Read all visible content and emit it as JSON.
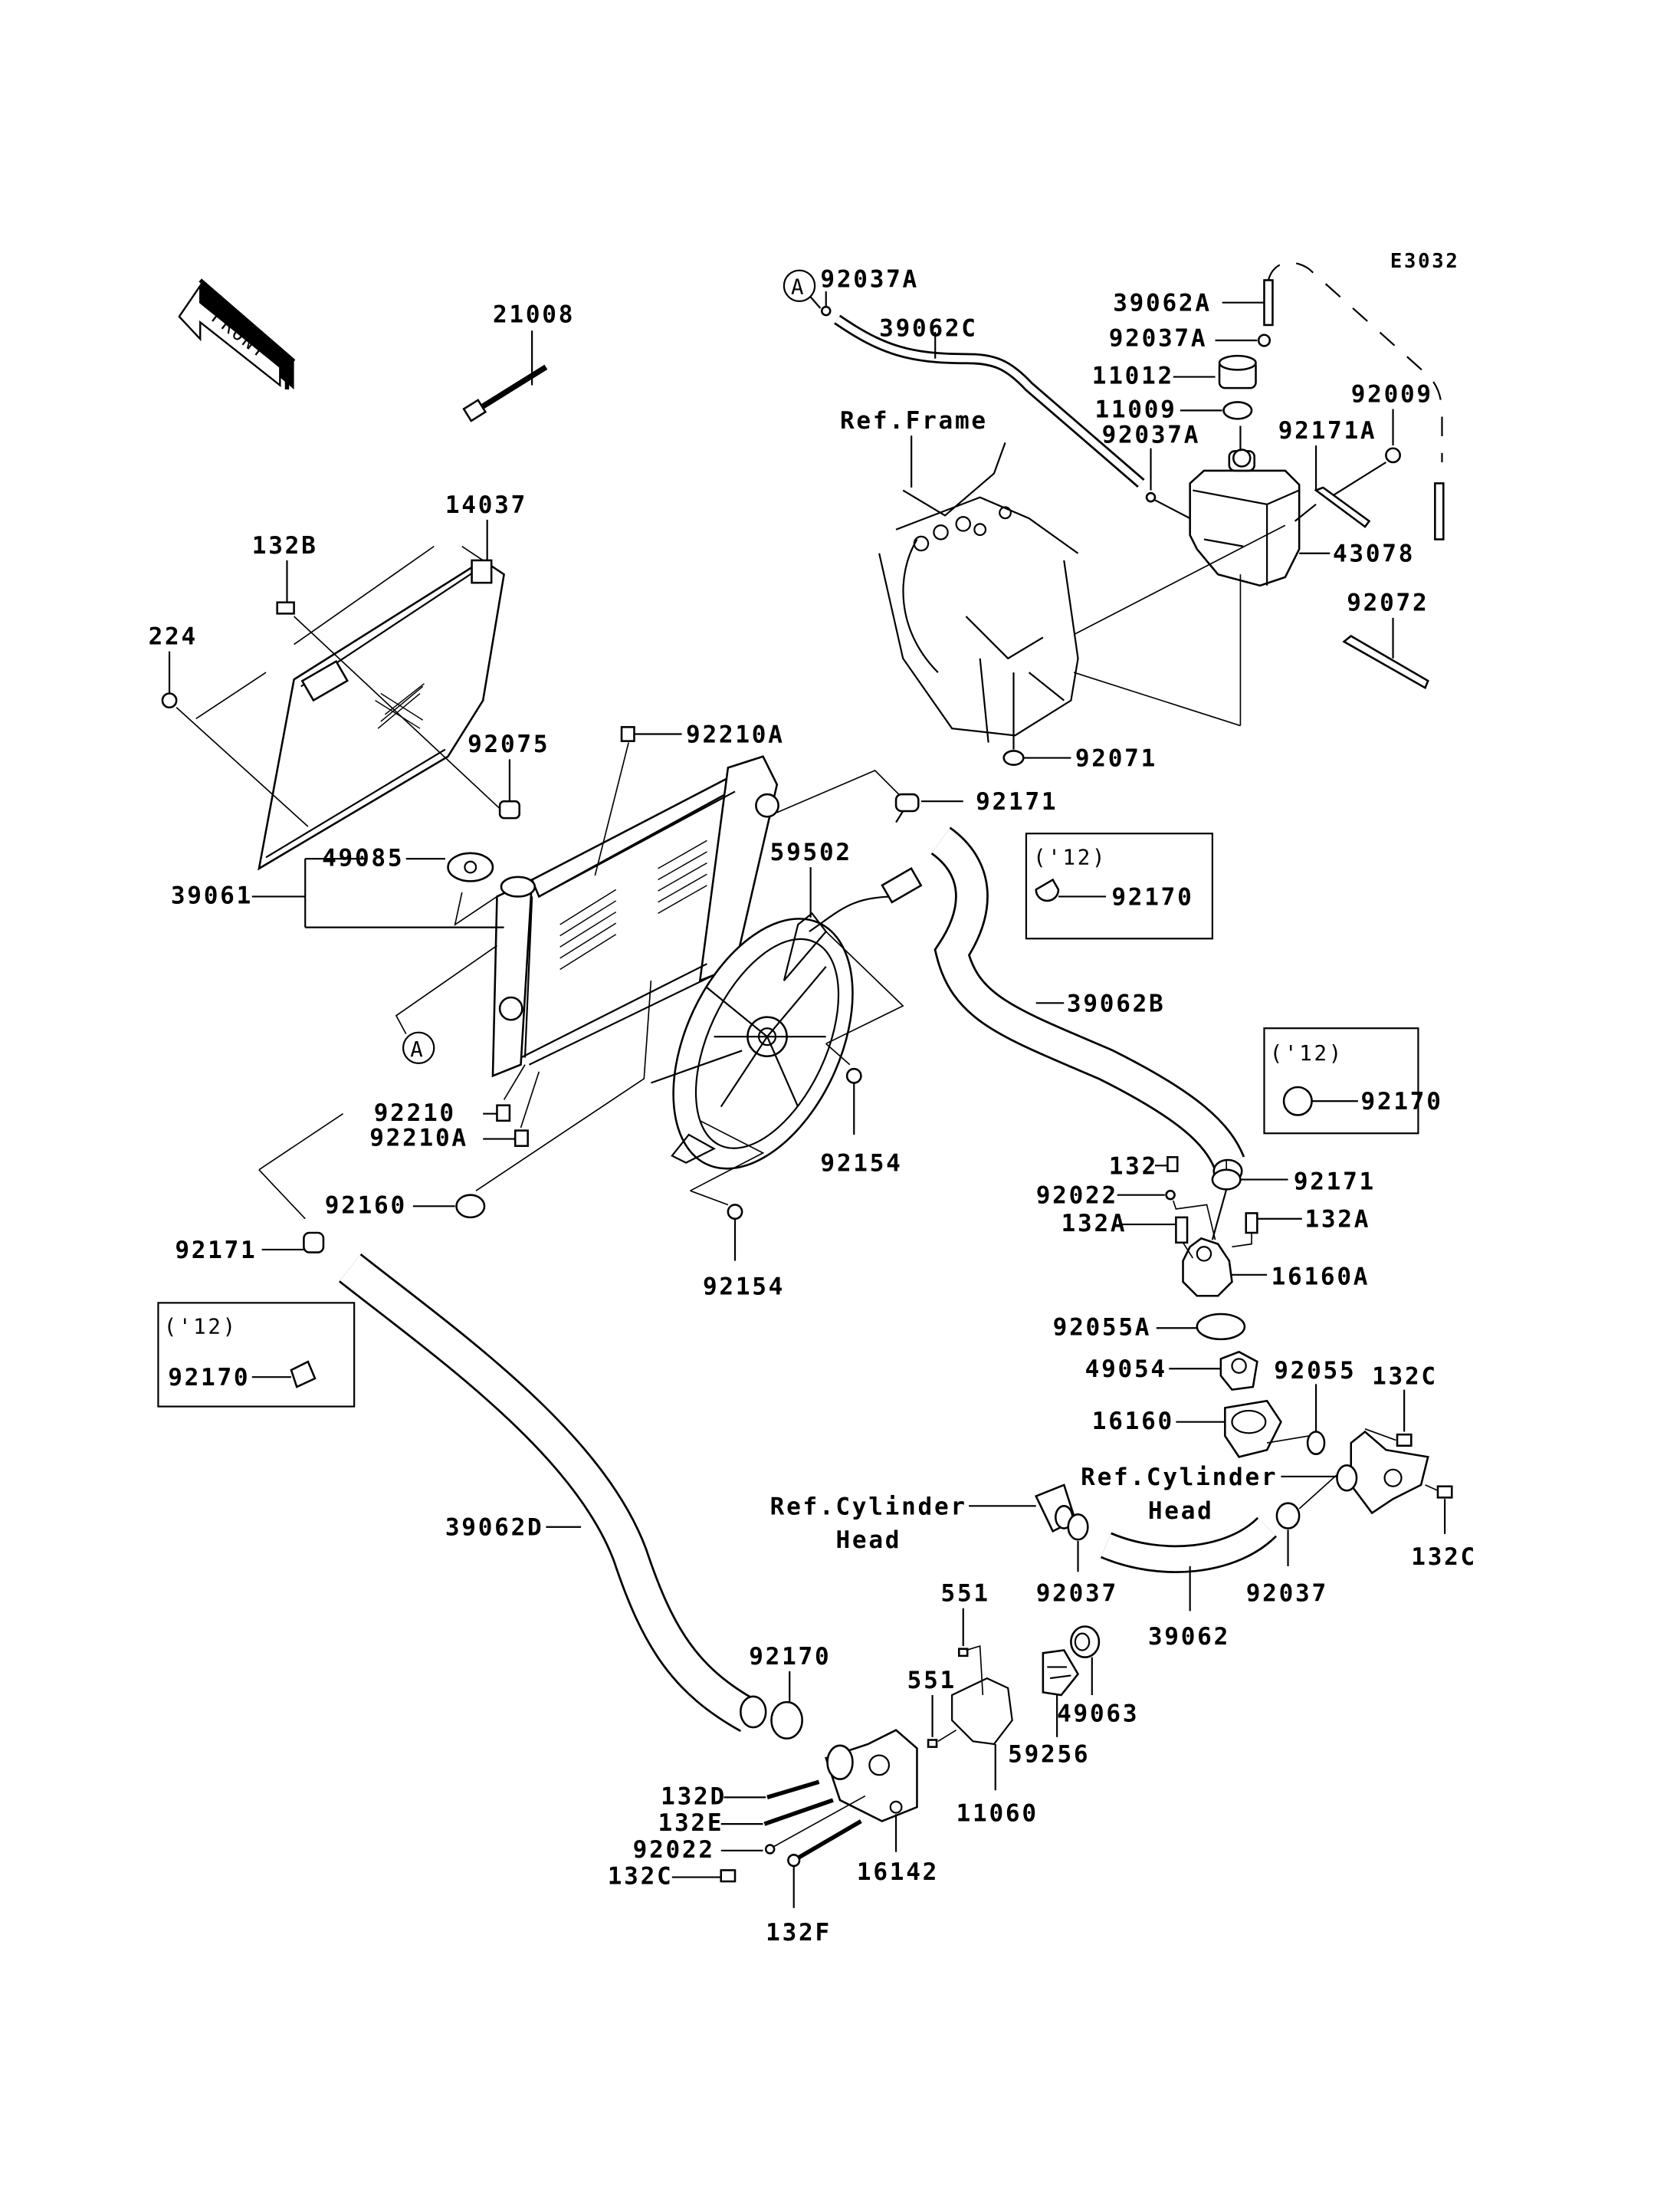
{
  "diagram": {
    "code": "E3032",
    "front_arrow_label": "FRONT",
    "ref_marker": "A",
    "year_box_label": "('12)",
    "ref_frame": "Ref.Frame",
    "ref_cyl_line1": "Ref.Cylinder",
    "ref_cyl_line2": "Head"
  },
  "parts": {
    "p21008": "21008",
    "p92037A": "92037A",
    "p39062C": "39062C",
    "p39062A": "39062A",
    "p11012": "11012",
    "p11009": "11009",
    "p92009": "92009",
    "p92171A": "92171A",
    "p43078": "43078",
    "p92072": "92072",
    "p92071": "92071",
    "p14037": "14037",
    "p132B": "132B",
    "p224": "224",
    "p92075": "92075",
    "p92210A": "92210A",
    "p92171": "92171",
    "p49085": "49085",
    "p39061": "39061",
    "p59502": "59502",
    "p92170": "92170",
    "p39062B": "39062B",
    "p92210": "92210",
    "p92154": "92154",
    "p92160": "92160",
    "p132": "132",
    "p92022": "92022",
    "p132A": "132A",
    "p16160A": "16160A",
    "p92055A": "92055A",
    "p49054": "49054",
    "p92055": "92055",
    "p132C": "132C",
    "p16160": "16160",
    "p92037": "92037",
    "p39062": "39062",
    "p39062D": "39062D",
    "p551": "551",
    "p59256": "59256",
    "p49063": "49063",
    "p11060": "11060",
    "p16142": "16142",
    "p132D": "132D",
    "p132E": "132E",
    "p132F": "132F"
  }
}
